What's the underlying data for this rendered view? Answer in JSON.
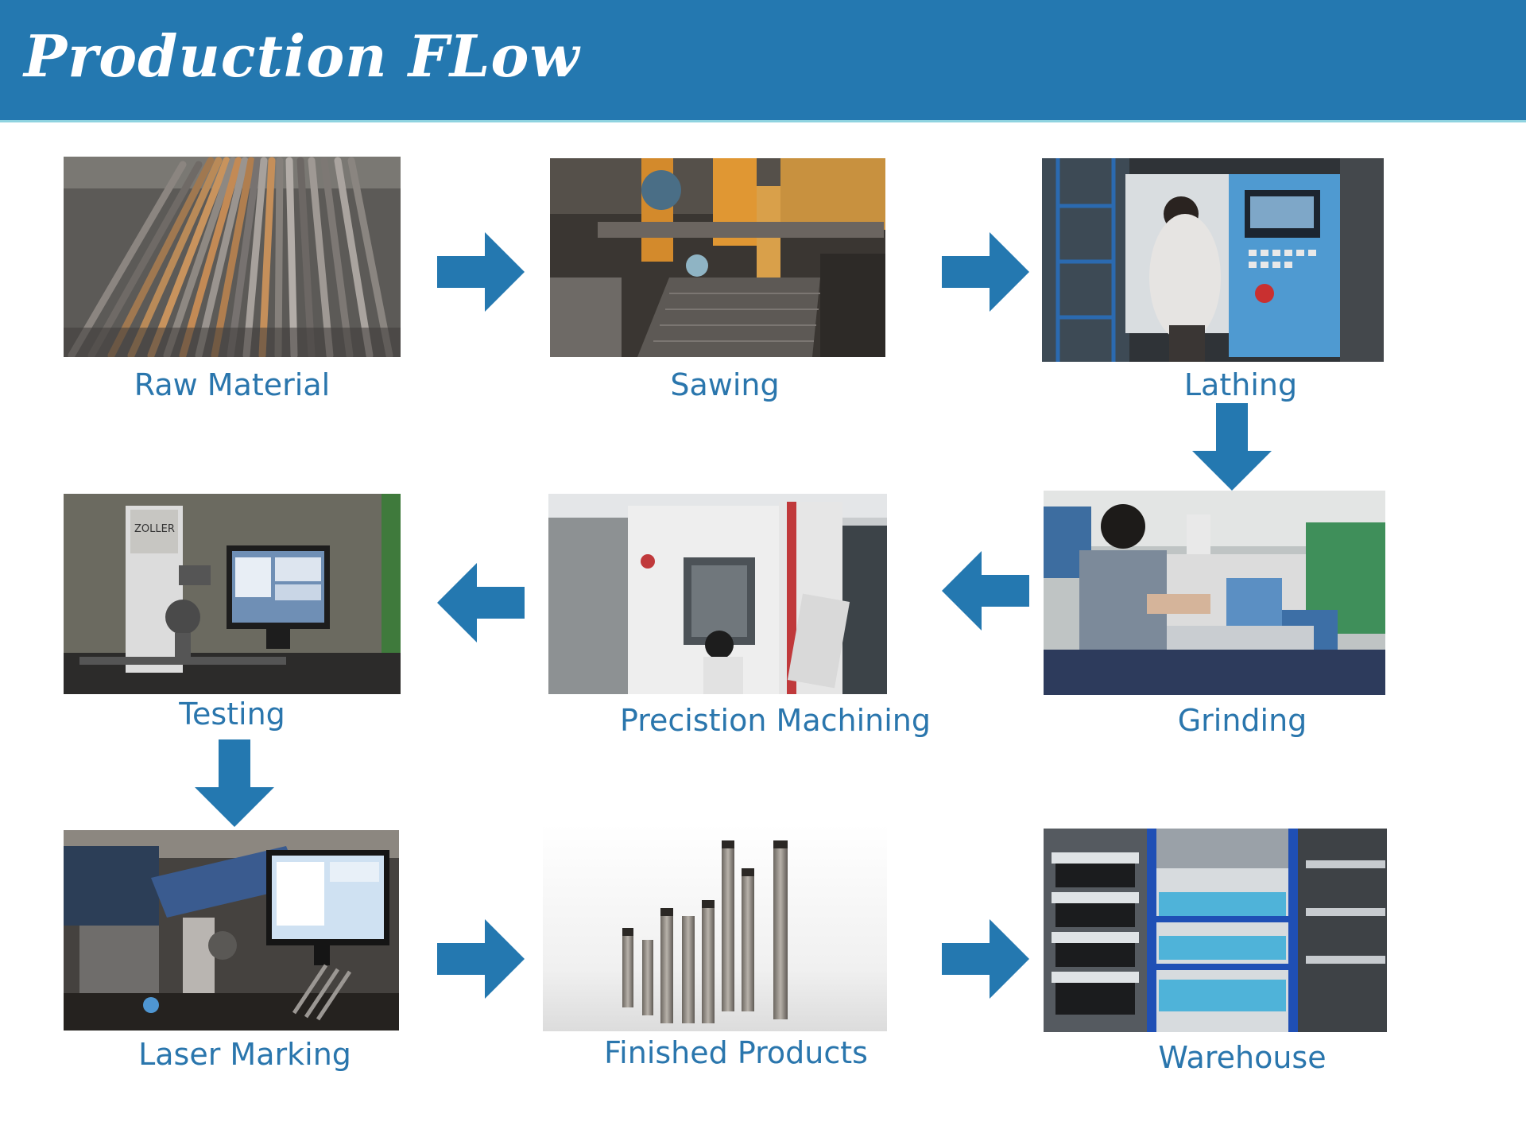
{
  "header": {
    "title": "Production FLow",
    "background_color": "#2478b0"
  },
  "steps": [
    {
      "label": "Raw Material",
      "image": "steel-bars-photo"
    },
    {
      "label": "Sawing",
      "image": "band-saw-photo"
    },
    {
      "label": "Lathing",
      "image": "cnc-lathe-photo"
    },
    {
      "label": "Grinding",
      "image": "grinding-machine-photo"
    },
    {
      "label": "Precistion Machining",
      "image": "machining-center-photo"
    },
    {
      "label": "Testing",
      "image": "tool-presetter-photo"
    },
    {
      "label": "Laser Marking",
      "image": "laser-marking-photo"
    },
    {
      "label": "Finished Products",
      "image": "boring-bars-photo"
    },
    {
      "label": "Warehouse",
      "image": "warehouse-shelves-photo"
    }
  ],
  "arrows": [
    "right",
    "right",
    "down",
    "left",
    "left",
    "down",
    "right",
    "right"
  ],
  "colors": {
    "arrow": "#2478b0",
    "label": "#2a76ad"
  }
}
